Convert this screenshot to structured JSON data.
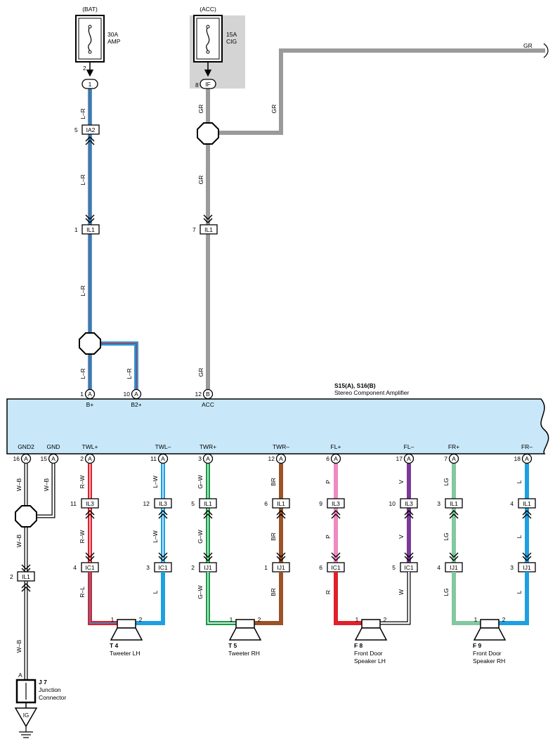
{
  "colors": {
    "L": "#1ea0e0",
    "R": "#e0202a",
    "G": "#1a9a48",
    "BR": "#9a5228",
    "P": "#f08ac0",
    "V": "#7a3a9a",
    "LG": "#82c8a0",
    "GR": "#9a9a9a",
    "W": "#ffffff",
    "B": "#000000",
    "amp_fill": "#c8e8fa",
    "acc_box": "#d4d4d4"
  },
  "fuses": {
    "bat": {
      "source": "(BAT)",
      "rating": "30A",
      "name": "AMP",
      "pin": "2"
    },
    "acc": {
      "source": "(ACC)",
      "rating": "15A",
      "name": "CIG",
      "pin": "8"
    }
  },
  "connectors": {
    "c1": "1",
    "if": "IF",
    "ia2": {
      "pin": "5",
      "name": "IA2"
    },
    "il1_left": {
      "pin": "1",
      "name": "IL1"
    },
    "il1_acc": {
      "pin": "7",
      "name": "IL1"
    },
    "ground_il1": {
      "pin": "2",
      "name": "IL1"
    }
  },
  "wires": {
    "lr": "L–R",
    "gr": "GR",
    "wb": "W–B"
  },
  "amplifier": {
    "title": "S15(A), S16(B)",
    "subtitle": "Stereo Component Amplifier",
    "top_terminals": [
      {
        "pin": "1",
        "conn": "A",
        "label": "B+"
      },
      {
        "pin": "10",
        "conn": "A",
        "label": "B2+"
      },
      {
        "pin": "12",
        "conn": "B",
        "label": "ACC"
      }
    ],
    "bottom_terminals": [
      {
        "pin": "16",
        "conn": "A",
        "label": "GND2"
      },
      {
        "pin": "15",
        "conn": "A",
        "label": "GND"
      },
      {
        "pin": "2",
        "conn": "A",
        "label": "TWL+",
        "w1": "R–W",
        "c1": "IL3",
        "p1": "11",
        "w2": "R–W",
        "c2": "IC1",
        "p2": "4",
        "w3": "R–L"
      },
      {
        "pin": "11",
        "conn": "A",
        "label": "TWL–",
        "w1": "L–W",
        "c1": "IL3",
        "p1": "12",
        "w2": "L–W",
        "c2": "IC1",
        "p2": "3",
        "w3": "L"
      },
      {
        "pin": "3",
        "conn": "A",
        "label": "TWR+",
        "w1": "G–W",
        "c1": "IL1",
        "p1": "5",
        "w2": "G–W",
        "c2": "IJ1",
        "p2": "2",
        "w3": "G–W"
      },
      {
        "pin": "12",
        "conn": "A",
        "label": "TWR–",
        "w1": "BR",
        "c1": "IL1",
        "p1": "6",
        "w2": "BR",
        "c2": "IJ1",
        "p2": "1",
        "w3": "BR"
      },
      {
        "pin": "6",
        "conn": "A",
        "label": "FL+",
        "w1": "P",
        "c1": "IL3",
        "p1": "9",
        "w2": "P",
        "c2": "IC1",
        "p2": "6",
        "w3": "R"
      },
      {
        "pin": "17",
        "conn": "A",
        "label": "FL–",
        "w1": "V",
        "c1": "IL3",
        "p1": "10",
        "w2": "V",
        "c2": "IC1",
        "p2": "5",
        "w3": "W"
      },
      {
        "pin": "7",
        "conn": "A",
        "label": "FR+",
        "w1": "LG",
        "c1": "IL1",
        "p1": "3",
        "w2": "LG",
        "c2": "IJ1",
        "p2": "4",
        "w3": "LG"
      },
      {
        "pin": "18",
        "conn": "A",
        "label": "FR–",
        "w1": "L",
        "c1": "IL1",
        "p1": "4",
        "w2": "L",
        "c2": "IJ1",
        "p2": "3",
        "w3": "L"
      }
    ]
  },
  "speakers": [
    {
      "id": "T 4",
      "line1": "Tweeter LH",
      "line2": "",
      "pin_a": "1",
      "pin_b": "2"
    },
    {
      "id": "T 5",
      "line1": "Tweeter RH",
      "line2": "",
      "pin_a": "1",
      "pin_b": "2"
    },
    {
      "id": "F 8",
      "line1": "Front Door",
      "line2": "Speaker LH",
      "pin_a": "1",
      "pin_b": "2"
    },
    {
      "id": "F 9",
      "line1": "Front Door",
      "line2": "Speaker RH",
      "pin_a": "1",
      "pin_b": "2"
    }
  ],
  "junction": {
    "id": "J 7",
    "line1": "Junction",
    "line2": "Connector",
    "pin": "A"
  },
  "ground": {
    "label": "IG"
  }
}
